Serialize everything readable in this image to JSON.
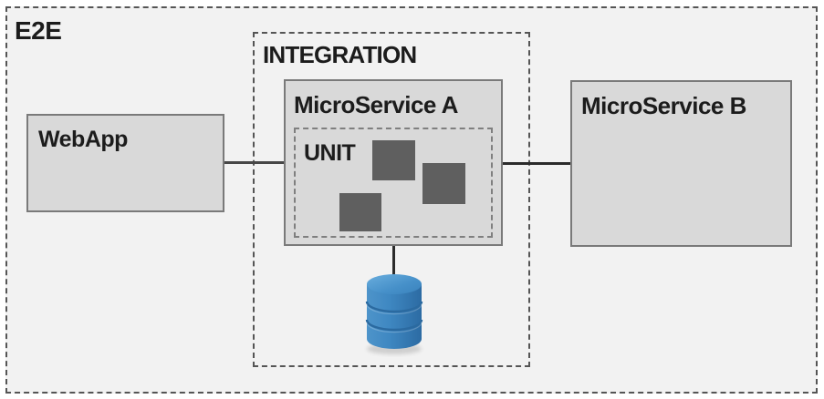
{
  "diagram": {
    "type": "test-scope-architecture-diagram",
    "boundaries": {
      "e2e": {
        "label": "E2E"
      },
      "integration": {
        "label": "INTEGRATION"
      }
    },
    "nodes": {
      "webapp": {
        "label": "WebApp"
      },
      "microservice_a": {
        "label": "MicroService A"
      },
      "unit": {
        "label": "UNIT",
        "block_count": "3"
      },
      "microservice_b": {
        "label": "MicroService B"
      },
      "database": {
        "icon": "database-icon"
      }
    },
    "connectors": [
      {
        "from": "webapp",
        "to": "microservice_a"
      },
      {
        "from": "microservice_a",
        "to": "microservice_b"
      },
      {
        "from": "microservice_a",
        "to": "database"
      }
    ],
    "colors": {
      "surface_bg": "#f2f2f2",
      "box_fill": "#d9d9d9",
      "box_border": "#7a7a7a",
      "dashed_border": "#555555",
      "unit_block": "#5f5f5f",
      "connector": "#2b2b2b",
      "database_blue": "#3f88c2",
      "text": "#1c1c1c"
    }
  }
}
